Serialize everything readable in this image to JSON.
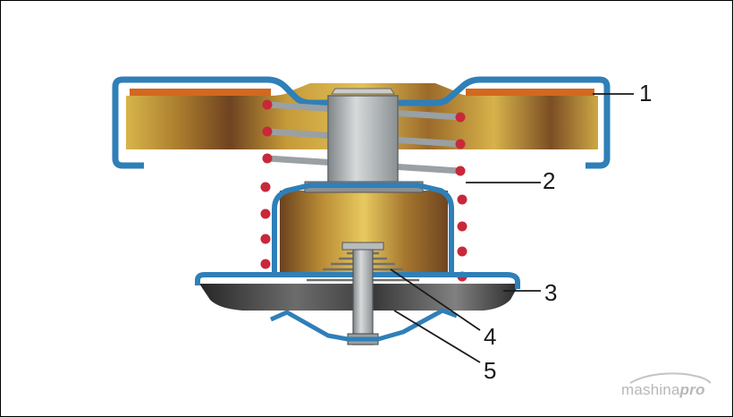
{
  "callouts": [
    {
      "id": "1",
      "label": "1"
    },
    {
      "id": "2",
      "label": "2"
    },
    {
      "id": "3",
      "label": "3"
    },
    {
      "id": "4",
      "label": "4"
    },
    {
      "id": "5",
      "label": "5"
    }
  ],
  "watermark": {
    "text_main": "mashina",
    "text_bold": "pro"
  },
  "colors": {
    "housing_blue": "#2f7fb8",
    "body_gold": "#c9a43c",
    "body_brown": "#7a4a22",
    "spring_steel": "#9aa0a3",
    "spring_dot": "#c8283a",
    "gasket_orange": "#d2691e",
    "seal_dark": "#3a3a3a"
  }
}
